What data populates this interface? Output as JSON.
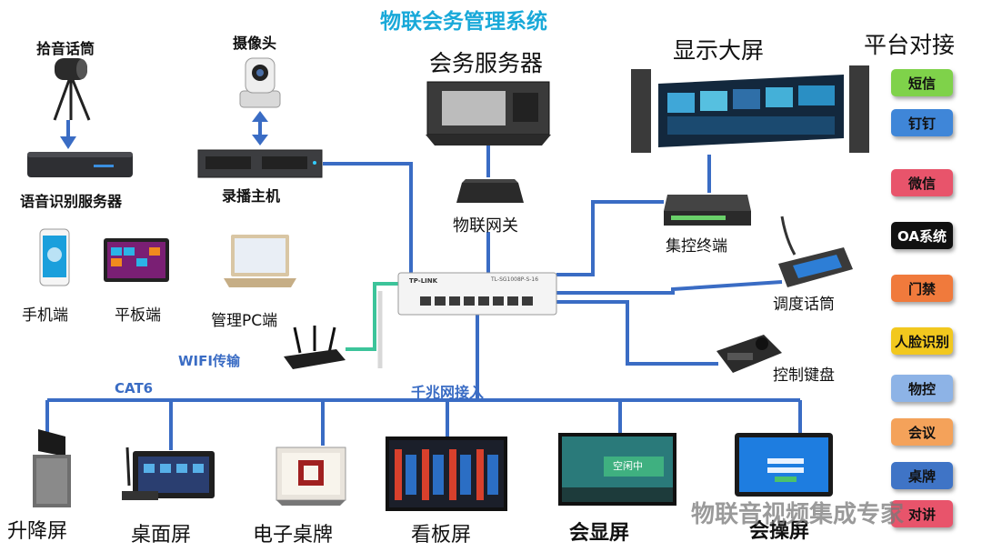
{
  "title": "物联会务管理系统",
  "labels": {
    "mic": "拾音话筒",
    "speech_server": "语音识别服务器",
    "camera": "摄像头",
    "recorder": "录播主机",
    "conf_server": "会务服务器",
    "iot_gateway": "物联网关",
    "display_wall": "显示大屏",
    "central_control": "集控终端",
    "dispatch_mic": "调度话筒",
    "control_keyboard": "控制键盘",
    "mobile": "手机端",
    "tablet": "平板端",
    "admin_pc": "管理PC端",
    "wifi": "WIFI传输",
    "cat6": "CAT6",
    "gigabit": "千兆网接入",
    "switch_brand": "TP-LINK",
    "switch_model": "TL-SG1008P-S-16"
  },
  "platform": {
    "heading": "平台对接",
    "items": [
      {
        "label": "短信",
        "color": "#7fd24a"
      },
      {
        "label": "钉钉",
        "color": "#3f86d8"
      },
      {
        "label": "微信",
        "color": "#e8546b"
      },
      {
        "label": "OA系统",
        "color": "#111111"
      },
      {
        "label": "门禁",
        "color": "#f07a3c"
      },
      {
        "label": "人脸识别",
        "color": "#f2c81e"
      },
      {
        "label": "物控",
        "color": "#8db3e6"
      },
      {
        "label": "会议",
        "color": "#f4a25a"
      },
      {
        "label": "桌牌",
        "color": "#3f74c6"
      },
      {
        "label": "对讲",
        "color": "#e8546b"
      }
    ]
  },
  "terminals": [
    {
      "label": "升降屏"
    },
    {
      "label": "桌面屏"
    },
    {
      "label": "电子桌牌"
    },
    {
      "label": "看板屏"
    },
    {
      "label": "会显屏"
    },
    {
      "label": "会操屏"
    }
  ],
  "screen_texts": {
    "meeting_status": "空闲中"
  },
  "watermark": "物联音视频集成专家",
  "colors": {
    "title": "#19a9d9",
    "line_blue": "#3a6cc4",
    "line_green": "#3cc49a"
  }
}
